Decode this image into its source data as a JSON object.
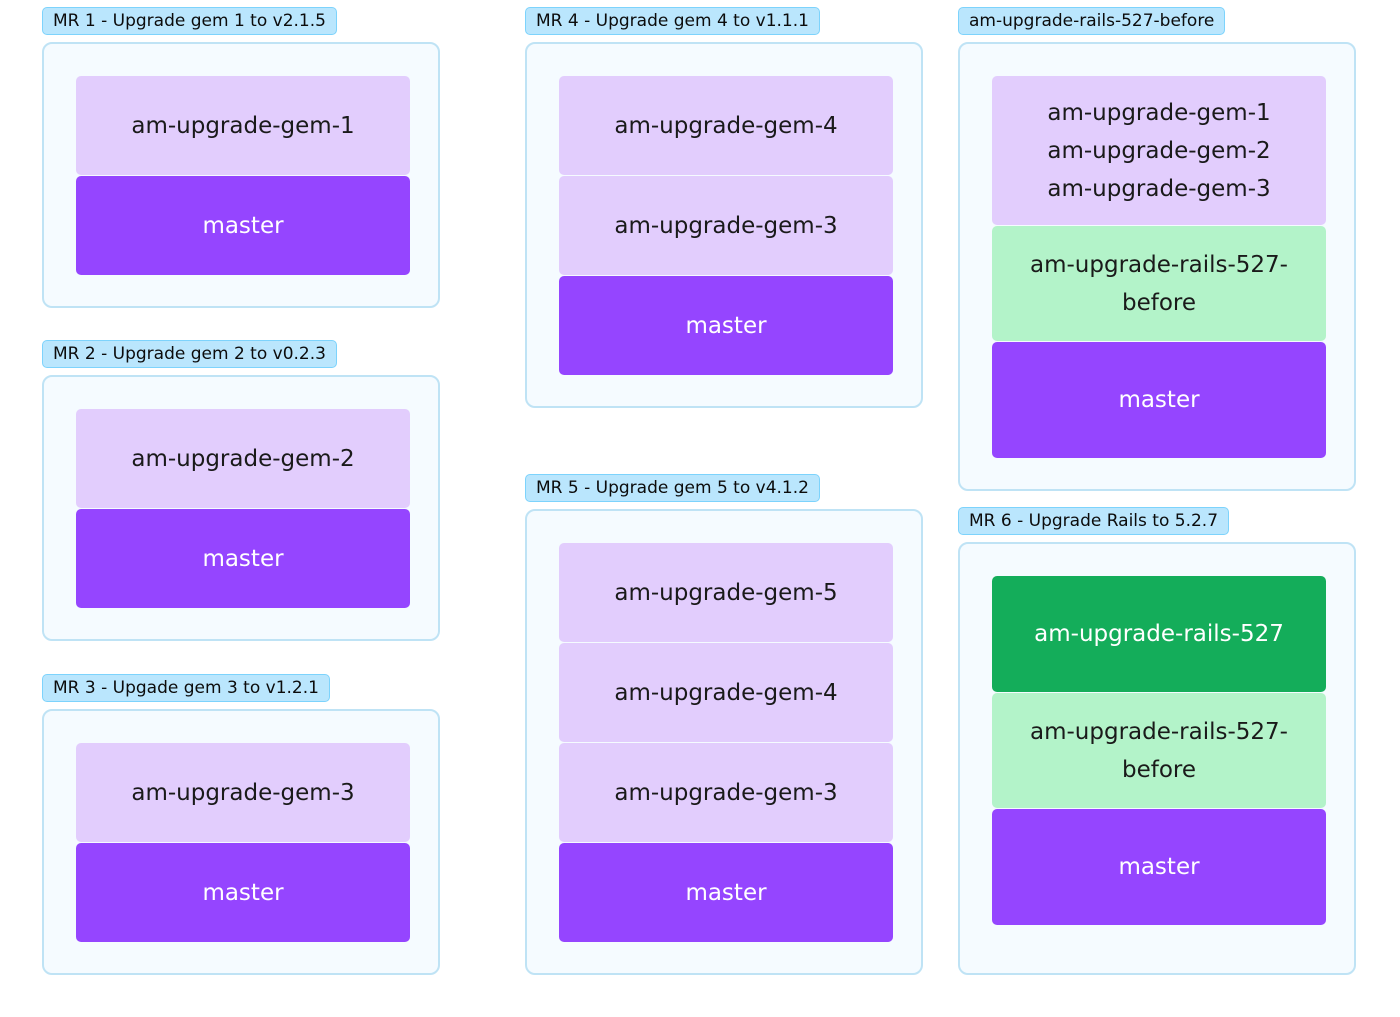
{
  "colors": {
    "label_bg": "#bae6fd",
    "label_border": "#7dd3fc",
    "frame_bg": "#f5fbff",
    "frame_border": "#bfe3f5",
    "light_purple": "#e2cdfd",
    "purple": "#9545ff",
    "light_green": "#b3f3c9",
    "green": "#14ad5a"
  },
  "groups": [
    {
      "label": "MR 1 - Upgrade gem 1 to v2.1.5",
      "blocks": [
        {
          "lines": [
            "am-upgrade-gem-1"
          ],
          "color": "light_purple"
        },
        {
          "lines": [
            "master"
          ],
          "color": "purple"
        }
      ]
    },
    {
      "label": "MR 2 - Upgrade gem 2 to v0.2.3",
      "blocks": [
        {
          "lines": [
            "am-upgrade-gem-2"
          ],
          "color": "light_purple"
        },
        {
          "lines": [
            "master"
          ],
          "color": "purple"
        }
      ]
    },
    {
      "label": "MR 3 - Upgade gem 3 to v1.2.1",
      "blocks": [
        {
          "lines": [
            "am-upgrade-gem-3"
          ],
          "color": "light_purple"
        },
        {
          "lines": [
            "master"
          ],
          "color": "purple"
        }
      ]
    },
    {
      "label": "MR 4 - Upgrade gem 4 to v1.1.1",
      "blocks": [
        {
          "lines": [
            "am-upgrade-gem-4"
          ],
          "color": "light_purple"
        },
        {
          "lines": [
            "am-upgrade-gem-3"
          ],
          "color": "light_purple"
        },
        {
          "lines": [
            "master"
          ],
          "color": "purple"
        }
      ]
    },
    {
      "label": "MR 5 - Upgrade gem 5 to v4.1.2",
      "blocks": [
        {
          "lines": [
            "am-upgrade-gem-5"
          ],
          "color": "light_purple"
        },
        {
          "lines": [
            "am-upgrade-gem-4"
          ],
          "color": "light_purple"
        },
        {
          "lines": [
            "am-upgrade-gem-3"
          ],
          "color": "light_purple"
        },
        {
          "lines": [
            "master"
          ],
          "color": "purple"
        }
      ]
    },
    {
      "label": "am-upgrade-rails-527-before",
      "blocks": [
        {
          "lines": [
            "am-upgrade-gem-1",
            "am-upgrade-gem-2",
            "am-upgrade-gem-3"
          ],
          "color": "light_purple"
        },
        {
          "lines": [
            "am-upgrade-rails-527-",
            "before"
          ],
          "color": "light_green"
        },
        {
          "lines": [
            "master"
          ],
          "color": "purple"
        }
      ]
    },
    {
      "label": "MR 6 - Upgrade Rails to 5.2.7",
      "blocks": [
        {
          "lines": [
            "am-upgrade-rails-527"
          ],
          "color": "green"
        },
        {
          "lines": [
            "am-upgrade-rails-527-",
            "before"
          ],
          "color": "light_green"
        },
        {
          "lines": [
            "master"
          ],
          "color": "purple"
        }
      ]
    }
  ]
}
